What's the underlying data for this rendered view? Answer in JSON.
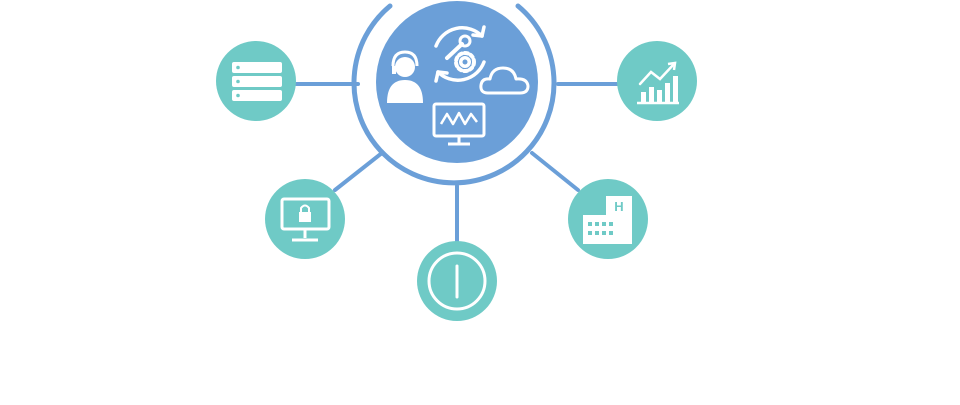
{
  "diagram": {
    "colors": {
      "hub_fill": "#6b9fd8",
      "hub_ring": "#6b9fd8",
      "connector": "#6b9fd8",
      "node_fill": "#6fcac6",
      "icon_stroke": "#ffffff",
      "background": "#ffffff"
    },
    "hub": {
      "icons": [
        "headset-support-icon",
        "wrench-gear-cycle-icon",
        "cloud-icon",
        "monitor-waveform-icon"
      ]
    },
    "nodes": [
      {
        "id": "server",
        "icon": "server-rack-icon"
      },
      {
        "id": "analytics",
        "icon": "bar-chart-growth-icon"
      },
      {
        "id": "secure-monitor",
        "icon": "monitor-lock-icon"
      },
      {
        "id": "power",
        "icon": "power-icon"
      },
      {
        "id": "hospital",
        "icon": "hospital-building-icon",
        "label": "H"
      }
    ]
  }
}
